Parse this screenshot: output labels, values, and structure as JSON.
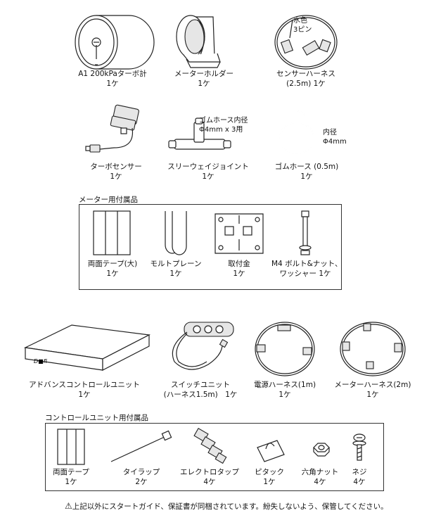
{
  "gauge_items": [
    {
      "name": "A1 200kPaターボ計",
      "qty": "1ケ"
    },
    {
      "name": "メーターホルダー",
      "qty": "1ケ"
    },
    {
      "name": "センサーハーネス",
      "name2": "(2.5m) 1ケ"
    },
    {
      "name": "ターボセンサー",
      "qty": "1ケ"
    },
    {
      "name": "スリーウェイジョイント",
      "qty": "1ケ"
    },
    {
      "name": "ゴムホース (0.5m)",
      "qty": "1ケ"
    }
  ],
  "callouts": {
    "pin_line1": "水色",
    "pin_line2": "3ピン",
    "joint_line1": "ゴムホース内径",
    "joint_line2": "Φ4mm x 3用",
    "hose_line1": "内径",
    "hose_line2": "Φ4mm"
  },
  "meter_accessories": {
    "title": "メーター用付属品",
    "items": [
      {
        "name": "両面テープ(大)",
        "qty": "1ケ"
      },
      {
        "name": "モルトプレーン",
        "qty": "1ケ"
      },
      {
        "name": "取付金",
        "qty": "1ケ"
      },
      {
        "name": "M4 ボルト&ナット、",
        "name2": "ワッシャー 1ケ"
      }
    ]
  },
  "control_items": [
    {
      "name": "アドバンスコントロールユニット",
      "qty": "1ケ"
    },
    {
      "name": "スイッチユニット",
      "name2": "(ハーネス1.5m)　1ケ"
    },
    {
      "name": "電源ハーネス(1m)",
      "qty": "1ケ"
    },
    {
      "name": "メーターハーネス(2m)",
      "qty": "1ケ"
    }
  ],
  "control_accessories": {
    "title": "コントロールユニット用付属品",
    "items": [
      {
        "name": "両面テープ",
        "qty": "1ケ"
      },
      {
        "name": "タイラップ",
        "qty": "2ケ"
      },
      {
        "name": "エレクトロタップ",
        "qty": "4ケ"
      },
      {
        "name": "ピタック",
        "qty": "1ケ"
      },
      {
        "name": "六角ナット",
        "qty": "4ケ"
      },
      {
        "name": "ネジ",
        "qty": "4ケ"
      }
    ]
  },
  "unit_label": "D■fi",
  "footer_note": "上記以外にスタートガイド、保証書が同梱されています。紛失しないよう、保管してください。"
}
